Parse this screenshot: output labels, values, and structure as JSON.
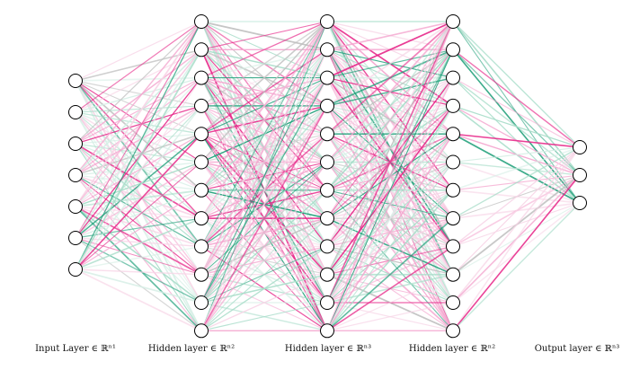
{
  "diagram": {
    "type": "feedforward-neural-network",
    "colors": {
      "node_fill": "#ffffff",
      "node_stroke": "#000000",
      "edge_palette": [
        "#e7298a",
        "#1b9e77",
        "#f4a6cf",
        "#a6dcc8",
        "#f7d4e6",
        "#d5eee5",
        "#c0c0c0"
      ]
    },
    "layers": [
      {
        "name": "input-layer",
        "label": "Input Layer ∈ ℝⁿ¹",
        "node_count": 7
      },
      {
        "name": "hidden-layer-1",
        "label": "Hidden layer ∈ ℝⁿ²",
        "node_count": 12
      },
      {
        "name": "hidden-layer-2",
        "label": "Hidden layer ∈ ℝⁿ³",
        "node_count": 12
      },
      {
        "name": "hidden-layer-3",
        "label": "Hidden layer ∈ ℝⁿ²",
        "node_count": 12
      },
      {
        "name": "output-layer",
        "label": "Output layer ∈ ℝⁿ³",
        "node_count": 3
      }
    ],
    "connectivity": "fully-connected"
  }
}
